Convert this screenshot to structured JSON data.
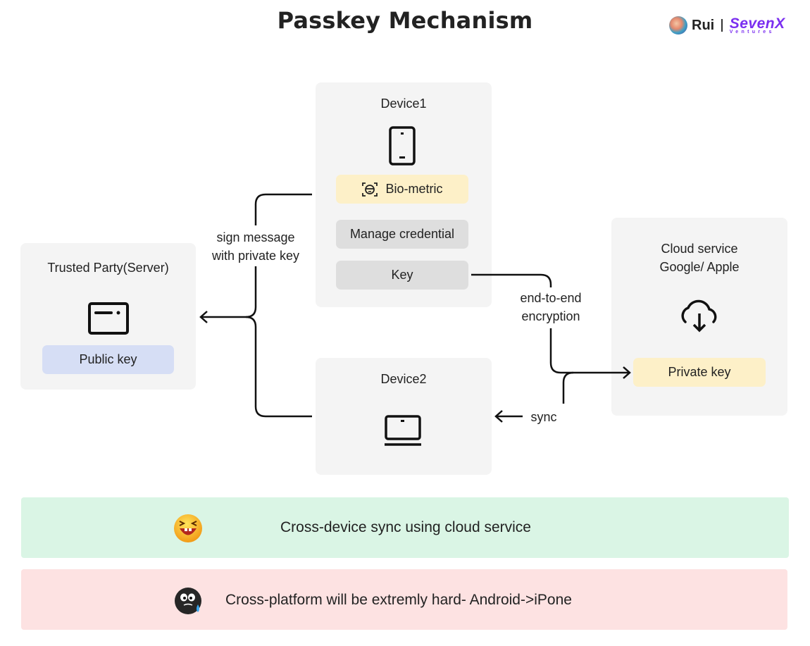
{
  "title": "Passkey Mechanism",
  "brand": {
    "author": "Rui",
    "company_line1": "SevenX",
    "company_line2": "Ventures"
  },
  "trusted_party": {
    "title": "Trusted Party(Server)",
    "icon": "browser-window-icon",
    "key_label": "Public key"
  },
  "device1": {
    "title": "Device1",
    "icon": "smartphone-icon",
    "steps": [
      {
        "label": "Bio-metric",
        "icon": "face-scan-icon"
      },
      {
        "label": "Manage credential"
      },
      {
        "label": "Key"
      }
    ]
  },
  "device2": {
    "title": "Device2",
    "icon": "laptop-icon"
  },
  "cloud": {
    "title_line1": "Cloud service",
    "title_line2": "Google/ Apple",
    "icon": "cloud-download-icon",
    "key_label": "Private key"
  },
  "edges": {
    "sign_line1": "sign message",
    "sign_line2": "with private key",
    "e2e_line1": "end-to-end",
    "e2e_line2": "encryption",
    "sync": "sync"
  },
  "banners": [
    {
      "text": "Cross-device sync using cloud service",
      "emoji": "laughing-face-icon",
      "color": "#daf5e5"
    },
    {
      "text": "Cross-platform will be extremly hard- Android->iPone",
      "emoji": "crying-face-icon",
      "color": "#fde2e2"
    }
  ]
}
